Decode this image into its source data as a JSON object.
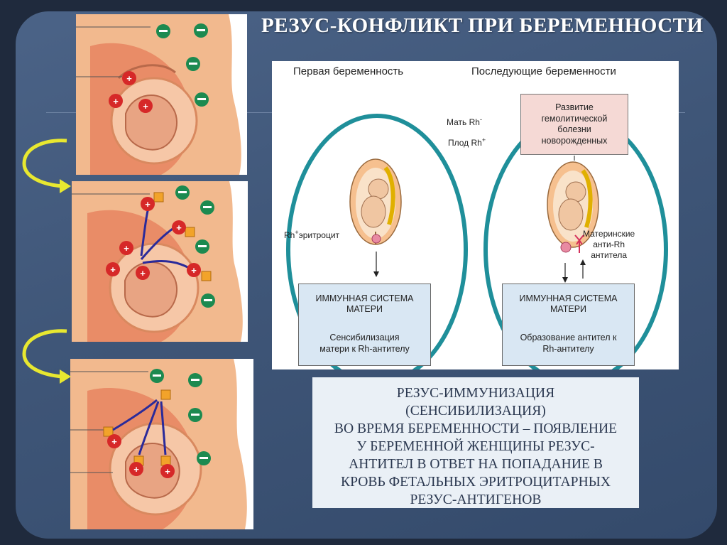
{
  "slide": {
    "title": "РЕЗУС-КОНФЛИКТ  ПРИ БЕРЕМЕННОСТИ"
  },
  "diagram": {
    "first_pregnancy_title": "Первая беременность",
    "subsequent_pregnancy_title": "Последующие беременности",
    "mother_label": "Мать Rh",
    "mother_sup": "-",
    "fetus_label": "Плод Rh",
    "fetus_sup": "+",
    "rh_cell_label": "Rh",
    "rh_cell_sup": "+",
    "rh_cell_suffix": "эритроцит",
    "maternal_antibodies_lines": [
      "Материнские",
      "анти-Rh",
      "антитела"
    ],
    "hemolytic_box_lines": [
      "Развитие",
      "гемолитической",
      "болезни",
      "новорожденных"
    ],
    "left_box": {
      "heading_lines": [
        "ИММУННАЯ СИСТЕМА",
        "МАТЕРИ"
      ],
      "text_lines": [
        "Сенсибилизация",
        "матери к Rh-антителу"
      ]
    },
    "right_box": {
      "heading_lines": [
        "ИММУННАЯ СИСТЕМА",
        "МАТЕРИ"
      ],
      "text_lines": [
        "Образование антител к",
        "Rh-антителу"
      ]
    }
  },
  "info_box": {
    "lines": [
      "РЕЗУС-ИММУНИЗАЦИЯ",
      "(СЕНСИБИЛИЗАЦИЯ)",
      "ВО ВРЕМЯ БЕРЕМЕННОСТИ – ПОЯВЛЕНИЕ",
      "У БЕРЕМЕННОЙ ЖЕНЩИНЫ РЕЗУС-",
      "АНТИТЕЛ В ОТВЕТ НА ПОПАДАНИЕ В",
      "КРОВЬ ФЕТАЛЬНЫХ ЭРИТРОЦИТАРНЫХ",
      "РЕЗУС-АНТИГЕНОВ"
    ]
  },
  "colors": {
    "background": "#1f2a3d",
    "panel": "#415a7d",
    "circle_outline": "#1f8f9a",
    "positive_cell": "#d62828",
    "negative_cell": "#1c8a50",
    "antibody": "#f2a32a",
    "curved_arrow": "#e8e830"
  }
}
